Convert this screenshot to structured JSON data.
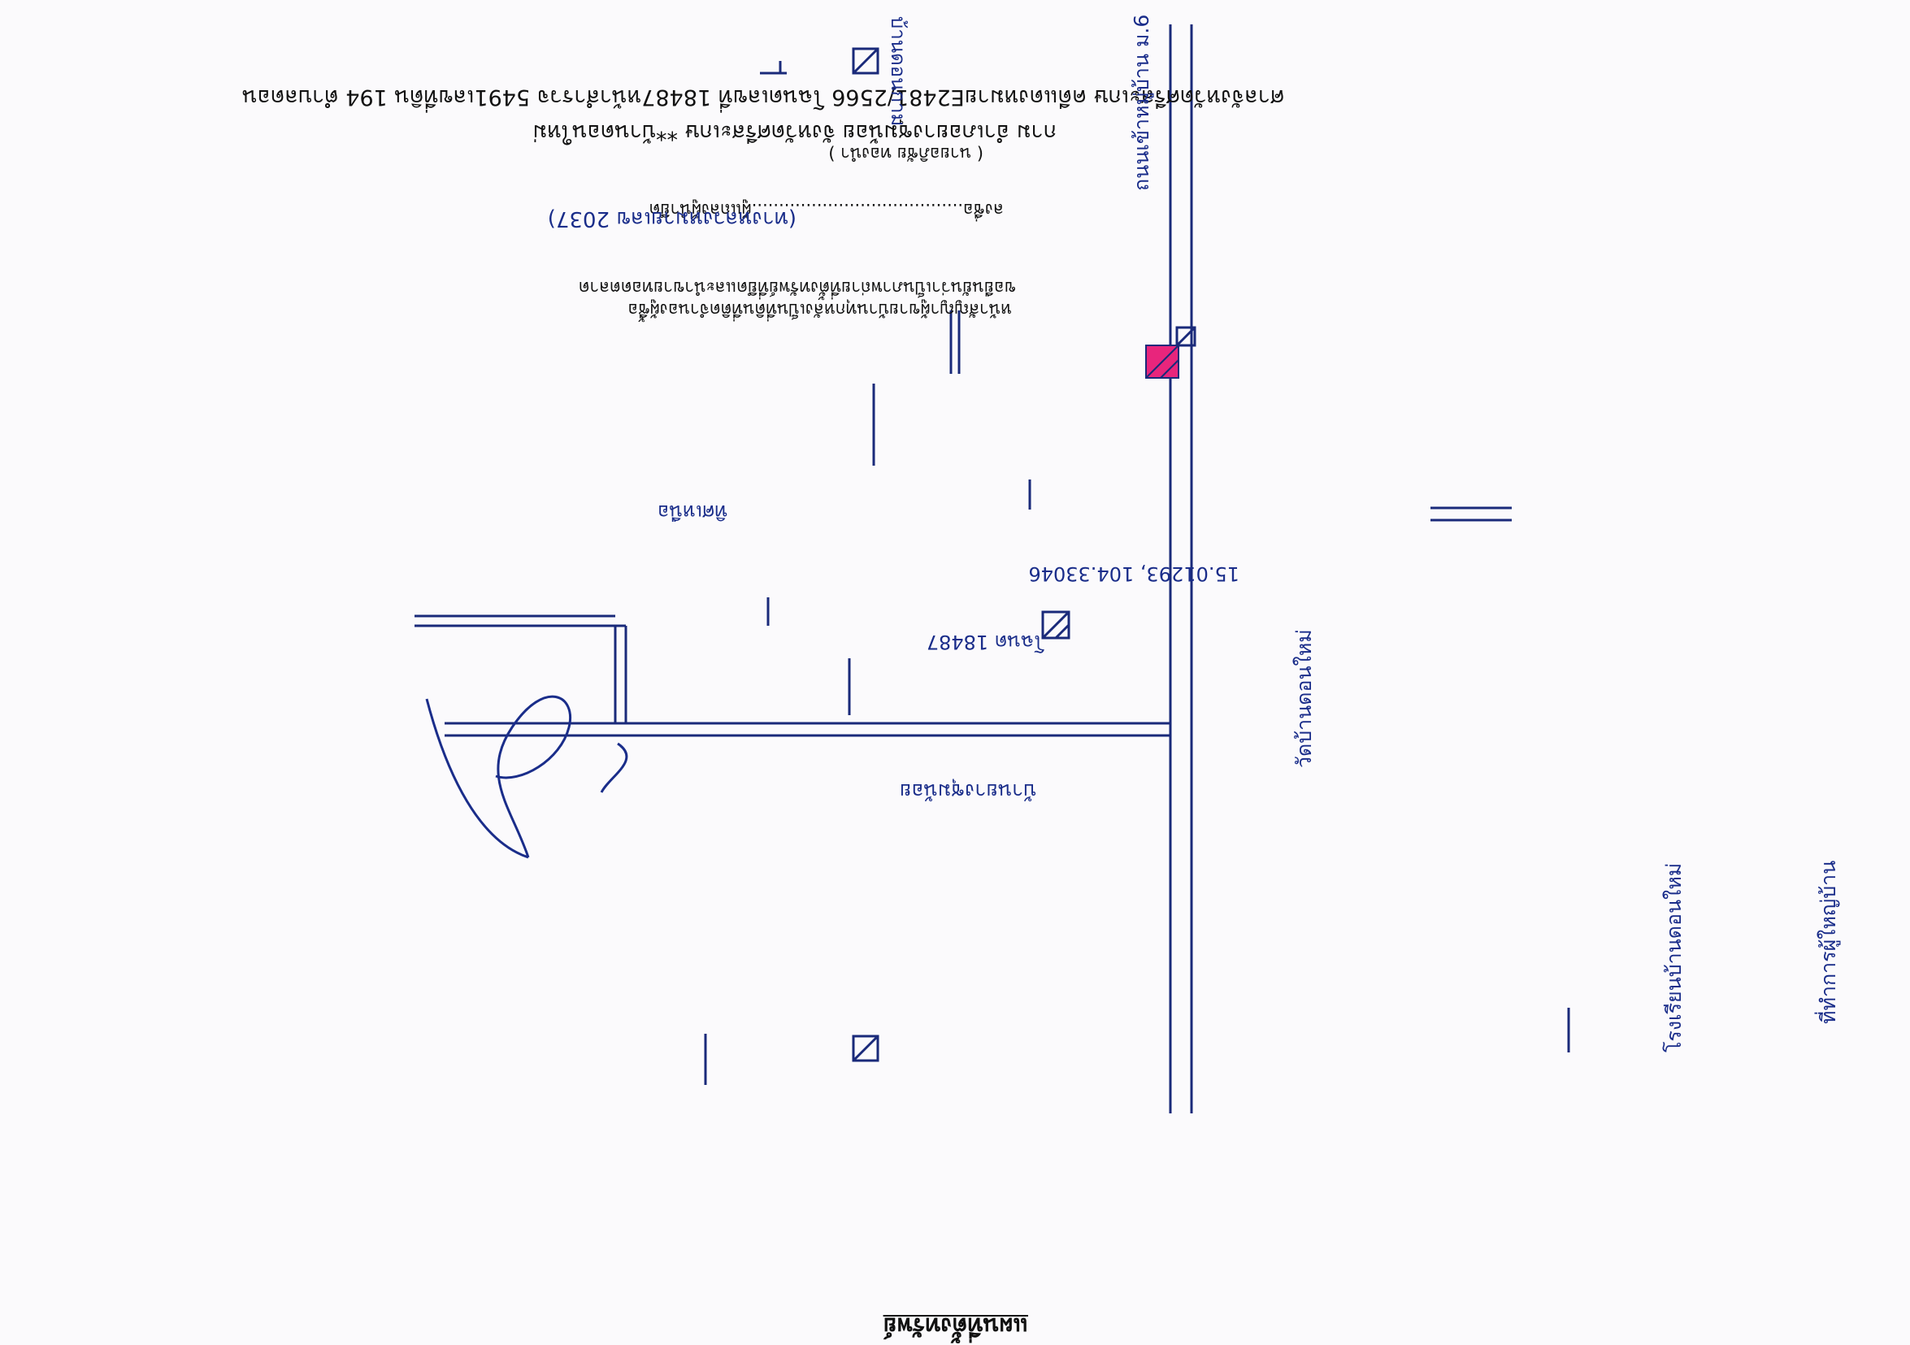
{
  "document": {
    "title": "แผนที่ตั้งทรัพย์",
    "header_line_1": "ศาลจังหวัดศรีสะเกษ คดีแดงหมายE2481/2566 โฉนดเลขที่ 18487หน้าสำรวจ 5491เลขที่ดิน 194 ตำบลดอน",
    "header_line_2": "กาม อำเภอยางชุมน้อย จังหวัดศรีสะเกษ **บ้านดอนใหม่"
  },
  "certification": {
    "line_1": "ขอยืนยันว่าเป็นภาพถ่ายที่ตั้งทรัพย์ที่ยึดและนำขายทอดตลาด",
    "line_2": "หน้าสัญญาผู้ขายบ้านทุกหลังเป็นที่ดินที่ติดจำนองผู้ซื้อ",
    "sign_line": "ลงชื่อ.......................................ผู้แถลงผู้นำยึด",
    "name_line": "( นายอภิชัย   ทองนำ )"
  },
  "map": {
    "labels": [
      {
        "id": "deed",
        "text": "โฉนด 18487"
      },
      {
        "id": "coords",
        "text": "15.01293, 104.33046"
      },
      {
        "id": "highway",
        "text": "(ทางหลวงหมายเลข 2037)"
      },
      {
        "id": "north",
        "text": "ทิศเหนือ"
      },
      {
        "id": "bottom-right-place",
        "text": "บ้านดอนกาม"
      },
      {
        "id": "top-right-place",
        "text": "บ้านยางชุมน้อย"
      },
      {
        "id": "road-name",
        "text": "ถนนเข้าหมู่บ้าน ม.6"
      },
      {
        "id": "school",
        "text": "โรงเรียนบ้านดอนใหม่"
      },
      {
        "id": "temple",
        "text": "วัดบ้านดอนใหม่"
      },
      {
        "id": "village-office",
        "text": "ที่ทำการผู้ใหญ่บ้าน"
      }
    ]
  },
  "colors": {
    "road": "#1a2a7a",
    "property_fill": "#e8257c",
    "ink": "#1a2d8a"
  }
}
